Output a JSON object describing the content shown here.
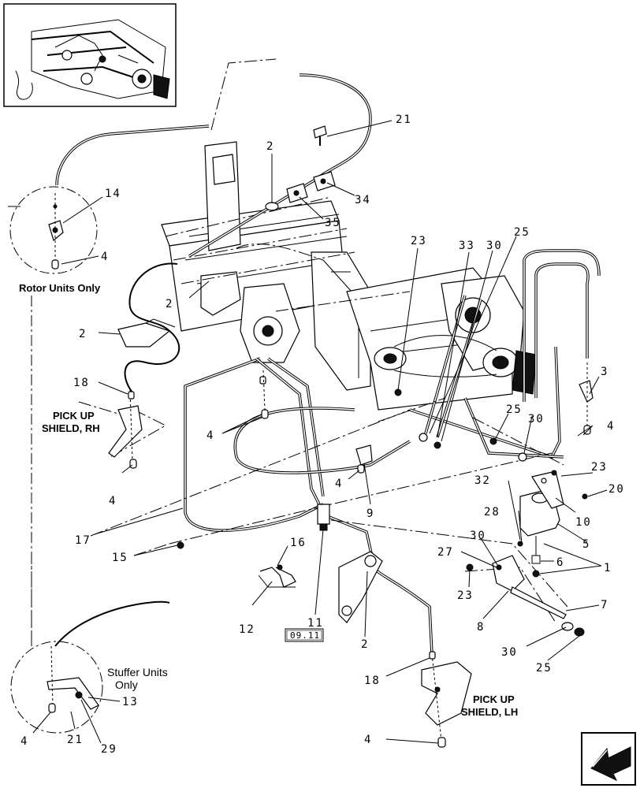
{
  "callouts": {
    "c21a": "21",
    "c2a": "2",
    "c34": "34",
    "c35": "35",
    "c14": "14",
    "c4a": "4",
    "c23a": "23",
    "c33": "33",
    "c30a": "30",
    "c25a": "25",
    "c2b": "2",
    "c2c": "2",
    "c3": "3",
    "c18a": "18",
    "c4b": "4",
    "c25b": "25",
    "c30b": "30",
    "c4c": "4",
    "c4d": "4",
    "c4e": "4",
    "c9": "9",
    "c23b": "23",
    "c20": "20",
    "c32": "32",
    "c10": "10",
    "c28": "28",
    "c5": "5",
    "c17": "17",
    "c15": "15",
    "c16": "16",
    "c30c": "30",
    "c1": "1",
    "c27": "27",
    "c6": "6",
    "c23c": "23",
    "c7": "7",
    "c8": "8",
    "c12": "12",
    "c11": "11",
    "c2d": "2",
    "c30d": "30",
    "c25c": "25",
    "c18b": "18",
    "c13": "13",
    "c4f": "4",
    "c21b": "21",
    "c29": "29",
    "c4g": "4"
  },
  "notes": {
    "rotor": "Rotor Units Only",
    "pickup_rh_1": "PICK UP",
    "pickup_rh_2": "SHIELD, RH",
    "pickup_lh_1": "PICK UP",
    "pickup_lh_2": "SHIELD, LH",
    "stuffer_1": "Stuffer Units",
    "stuffer_2": "Only"
  },
  "reference_box": "09.11",
  "icons": {
    "thumbnail": "machine-overview-thumbnail",
    "nav": "previous-page-arrow-icon"
  }
}
